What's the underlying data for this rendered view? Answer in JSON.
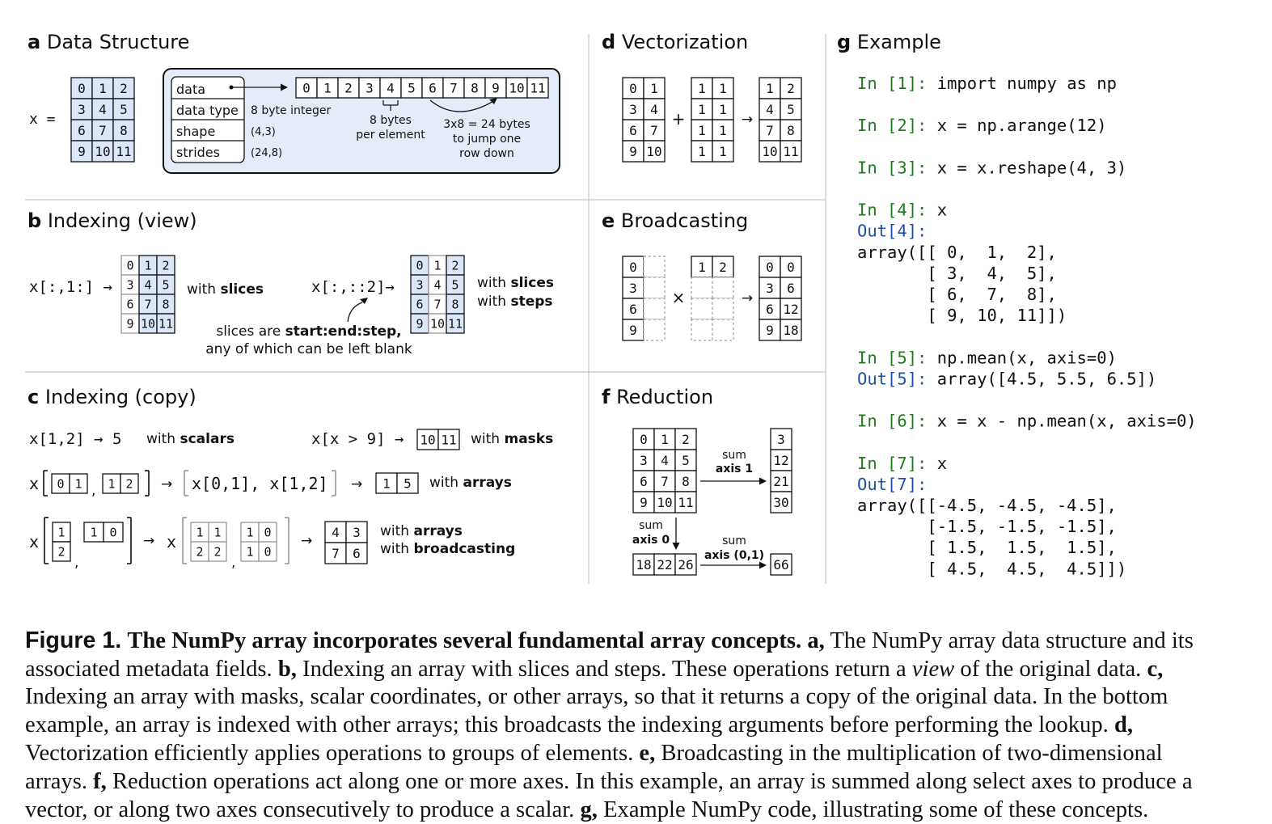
{
  "panels": {
    "a": {
      "letter": "a",
      "title": "Data Structure"
    },
    "b": {
      "letter": "b",
      "title": "Indexing (view)"
    },
    "c": {
      "letter": "c",
      "title": "Indexing (copy)"
    },
    "d": {
      "letter": "d",
      "title": "Vectorization"
    },
    "e": {
      "letter": "e",
      "title": "Broadcasting"
    },
    "f": {
      "letter": "f",
      "title": "Reduction"
    },
    "g": {
      "letter": "g",
      "title": "Example"
    }
  },
  "colors": {
    "highlight": "#dbe6f6",
    "box_fill": "#e3ecf8",
    "prompt_in": "#1f7a1f",
    "prompt_out": "#1f4fa8",
    "grey_text": "#888888"
  },
  "a": {
    "var_label": "x =",
    "matrix": [
      [
        "0",
        "1",
        "2"
      ],
      [
        "3",
        "4",
        "5"
      ],
      [
        "6",
        "7",
        "8"
      ],
      [
        "9",
        "10",
        "11"
      ]
    ],
    "fields": [
      "data",
      "data type",
      "shape",
      "strides"
    ],
    "values": [
      "8 byte integer",
      "(4,3)",
      "(24,8)"
    ],
    "buffer": [
      "0",
      "1",
      "2",
      "3",
      "4",
      "5",
      "6",
      "7",
      "8",
      "9",
      "10",
      "11"
    ],
    "note_bytes": [
      "8 bytes",
      "per element"
    ],
    "note_jump": [
      "3x8 = 24 bytes",
      "to jump one",
      "row down"
    ]
  },
  "b": {
    "expr1": "x[:,1:]",
    "expr2": "x[:,::2]",
    "arrow": "→",
    "with": "with",
    "slices": "slices",
    "steps": "steps",
    "note_pre": "slices are",
    "note_bold": "start:end:step,",
    "note_line2": "any of which can be left blank",
    "matrix": [
      [
        "0",
        "1",
        "2"
      ],
      [
        "3",
        "4",
        "5"
      ],
      [
        "6",
        "7",
        "8"
      ],
      [
        "9",
        "10",
        "11"
      ]
    ]
  },
  "c": {
    "row1_expr": "x[1,2] → 5",
    "row1_with": "with",
    "row1_bold": "scalars",
    "mask_expr": "x[x > 9]",
    "mask_result": [
      "10",
      "11"
    ],
    "mask_bold": "masks",
    "x_label": "x",
    "idx_a": [
      "0",
      "1"
    ],
    "idx_b": [
      "1",
      "2"
    ],
    "expanded": "x[0,1], x[1,2]",
    "result_arrays": [
      "1",
      "5"
    ],
    "arrays_bold": "arrays",
    "col_idx": [
      "1",
      "2"
    ],
    "row_idx": [
      "1",
      "0"
    ],
    "bcast_left": [
      [
        "1",
        "1"
      ],
      [
        "2",
        "2"
      ]
    ],
    "bcast_right": [
      [
        "1",
        "0"
      ],
      [
        "1",
        "0"
      ]
    ],
    "result_bcast": [
      [
        "4",
        "3"
      ],
      [
        "7",
        "6"
      ]
    ],
    "broadcasting_bold": "broadcasting"
  },
  "d": {
    "a": [
      [
        "0",
        "1"
      ],
      [
        "3",
        "4"
      ],
      [
        "6",
        "7"
      ],
      [
        "9",
        "10"
      ]
    ],
    "b": [
      [
        "1",
        "1"
      ],
      [
        "1",
        "1"
      ],
      [
        "1",
        "1"
      ],
      [
        "1",
        "1"
      ]
    ],
    "c": [
      [
        "1",
        "2"
      ],
      [
        "4",
        "5"
      ],
      [
        "7",
        "8"
      ],
      [
        "10",
        "11"
      ]
    ],
    "op": "+"
  },
  "e": {
    "col": [
      "0",
      "3",
      "6",
      "9"
    ],
    "row": [
      "1",
      "2"
    ],
    "result": [
      [
        "0",
        "0"
      ],
      [
        "3",
        "6"
      ],
      [
        "6",
        "12"
      ],
      [
        "9",
        "18"
      ]
    ],
    "op": "×"
  },
  "f": {
    "matrix": [
      [
        "0",
        "1",
        "2"
      ],
      [
        "3",
        "4",
        "5"
      ],
      [
        "6",
        "7",
        "8"
      ],
      [
        "9",
        "10",
        "11"
      ]
    ],
    "row_sums": [
      "3",
      "12",
      "21",
      "30"
    ],
    "col_sums": [
      "18",
      "22",
      "26"
    ],
    "total": "66",
    "sum": "sum",
    "axis1": "axis 1",
    "axis0": "axis 0",
    "axis01": "axis (0,1)"
  },
  "g": {
    "lines": [
      {
        "prompt": "In [1]:",
        "kind": "in",
        "code": " import numpy as np"
      },
      {
        "prompt": "",
        "kind": "blank",
        "code": ""
      },
      {
        "prompt": "In [2]:",
        "kind": "in",
        "code": " x = np.arange(12)"
      },
      {
        "prompt": "",
        "kind": "blank",
        "code": ""
      },
      {
        "prompt": "In [3]:",
        "kind": "in",
        "code": " x = x.reshape(4, 3)"
      },
      {
        "prompt": "",
        "kind": "blank",
        "code": ""
      },
      {
        "prompt": "In [4]:",
        "kind": "in",
        "code": " x"
      },
      {
        "prompt": "Out[4]:",
        "kind": "out",
        "code": ""
      },
      {
        "prompt": "",
        "kind": "code",
        "code": "array([[ 0,  1,  2],"
      },
      {
        "prompt": "",
        "kind": "code",
        "code": "       [ 3,  4,  5],"
      },
      {
        "prompt": "",
        "kind": "code",
        "code": "       [ 6,  7,  8],"
      },
      {
        "prompt": "",
        "kind": "code",
        "code": "       [ 9, 10, 11]])"
      },
      {
        "prompt": "",
        "kind": "blank",
        "code": ""
      },
      {
        "prompt": "In [5]:",
        "kind": "in",
        "code": " np.mean(x, axis=0)"
      },
      {
        "prompt": "Out[5]:",
        "kind": "out",
        "code": " array([4.5, 5.5, 6.5])"
      },
      {
        "prompt": "",
        "kind": "blank",
        "code": ""
      },
      {
        "prompt": "In [6]:",
        "kind": "in",
        "code": " x = x - np.mean(x, axis=0)"
      },
      {
        "prompt": "",
        "kind": "blank",
        "code": ""
      },
      {
        "prompt": "In [7]:",
        "kind": "in",
        "code": " x"
      },
      {
        "prompt": "Out[7]:",
        "kind": "out",
        "code": ""
      },
      {
        "prompt": "",
        "kind": "code",
        "code": "array([[-4.5, -4.5, -4.5],"
      },
      {
        "prompt": "",
        "kind": "code",
        "code": "       [-1.5, -1.5, -1.5],"
      },
      {
        "prompt": "",
        "kind": "code",
        "code": "       [ 1.5,  1.5,  1.5],"
      },
      {
        "prompt": "",
        "kind": "code",
        "code": "       [ 4.5,  4.5,  4.5]])"
      }
    ]
  },
  "caption": {
    "label": "Figure 1.",
    "title": "The NumPy array incorporates several fundamental array concepts.",
    "a_tag": "a,",
    "a_text": "The NumPy array data structure and its associated metadata fields.",
    "b_tag": "b,",
    "b_text1": "Indexing an array with slices and steps. These operations return a",
    "b_view": "view",
    "b_text2": "of the original data.",
    "c_tag": "c,",
    "c_text": "Indexing an array with masks, scalar coordinates, or other arrays, so that it returns a copy of the original data. In the bottom example, an array is indexed with other arrays; this broadcasts the indexing arguments before performing the lookup.",
    "d_tag": "d,",
    "d_text": "Vectorization efficiently applies operations to groups of elements.",
    "e_tag": "e,",
    "e_text": "Broadcasting in the multiplication of two-dimensional arrays.",
    "f_tag": "f,",
    "f_text": "Reduction operations act along one or more axes. In this example, an array is summed along select axes to produce a vector, or along two axes consecutively to produce a scalar.",
    "g_tag": "g,",
    "g_text": "Example NumPy code, illustrating some of these concepts."
  }
}
